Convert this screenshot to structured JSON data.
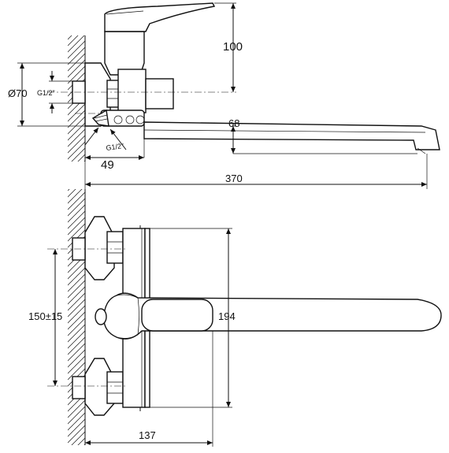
{
  "dimensions": {
    "height_100": "100",
    "diameter_70": "Ø70",
    "thread_top": "G1/2\"",
    "thread_bottom": "G1/2\"",
    "depth_68": "68",
    "depth_49": "49",
    "spout_370": "370",
    "center_150": "150±15",
    "height_194": "194",
    "depth_137": "137"
  }
}
